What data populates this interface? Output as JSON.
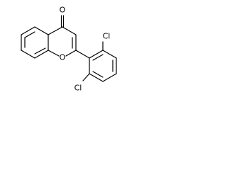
{
  "molecule": {
    "atoms": {
      "carbonyl_oxygen": "O",
      "ring_oxygen": "O",
      "chlorine_top": "Cl",
      "chlorine_bottom": "Cl"
    }
  }
}
